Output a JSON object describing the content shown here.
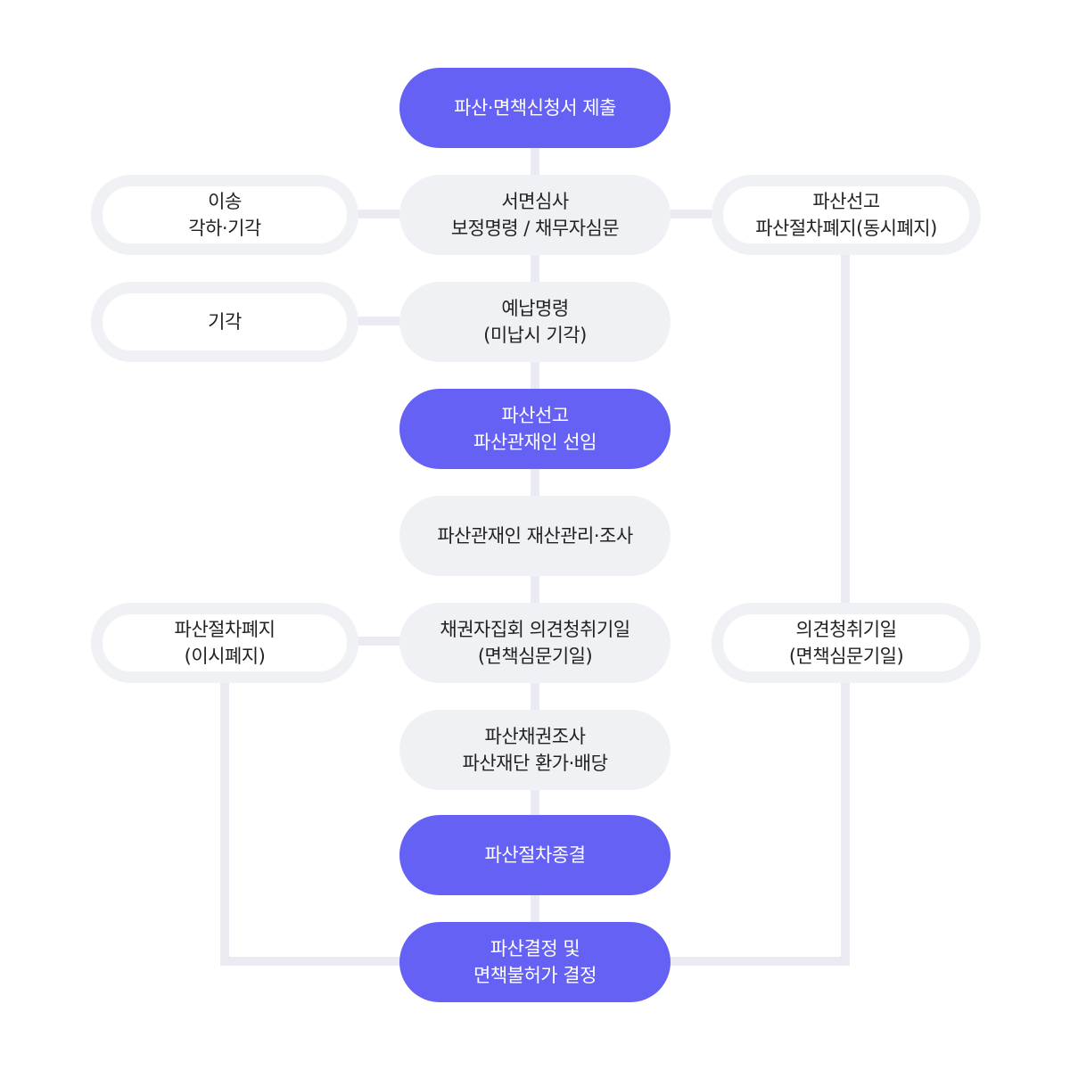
{
  "colors": {
    "primary": "#6461f4",
    "secondary": "#f0f1f5",
    "line": "#eaebf2",
    "text": "#222222"
  },
  "flow": {
    "submit": {
      "line1": "파산·면책신청서 제출"
    },
    "review": {
      "line1": "서면심사",
      "line2": "보정명령 / 채무자심문"
    },
    "deposit": {
      "line1": "예납명령",
      "line2": "(미납시 기각)"
    },
    "declaration": {
      "line1": "파산선고",
      "line2": "파산관재인 선임"
    },
    "management": {
      "line1": "파산관재인 재산관리·조사"
    },
    "meeting": {
      "line1": "채권자집회 의견청취기일",
      "line2": "(면책심문기일)"
    },
    "investigation": {
      "line1": "파산채권조사",
      "line2": "파산재단 환가·배당"
    },
    "termination": {
      "line1": "파산절차종결"
    },
    "decision": {
      "line1": "파산결정 및",
      "line2": "면책불허가 결정"
    }
  },
  "left_branches": {
    "transfer": {
      "line1": "이송",
      "line2": "각하·기각"
    },
    "dismissal": {
      "line1": "기각"
    },
    "abolition": {
      "line1": "파산절차폐지",
      "line2": "(이시폐지)"
    }
  },
  "right_branches": {
    "simultaneous": {
      "line1": "파산선고",
      "line2": "파산절차폐지(동시폐지)"
    },
    "hearing": {
      "line1": "의견청취기일",
      "line2": "(면책심문기일)"
    }
  }
}
